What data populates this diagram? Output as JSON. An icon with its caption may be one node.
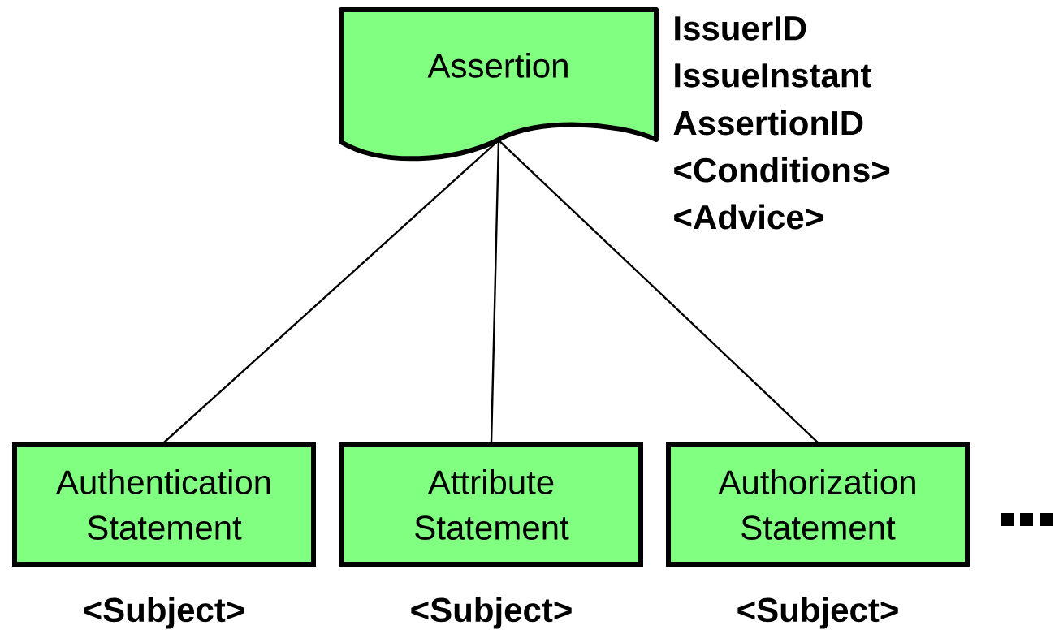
{
  "diagram": {
    "nodes": [
      {
        "text": [
          "Assertion"
        ],
        "beside": [
          "IssuerID",
          "IssueInstant",
          "AssertionID",
          "<Conditions>",
          "<Advice>"
        ]
      },
      {
        "text": [
          "Authentication Statement"
        ],
        "beside": [
          "<Subject>"
        ]
      },
      {
        "text": [
          "Attribute Statement"
        ],
        "beside": [
          "<Subject>"
        ]
      },
      {
        "text": [
          "Authorization Statement"
        ],
        "beside": [
          "<Subject>"
        ]
      }
    ],
    "edges": [
      {
        "from": 0,
        "to": 1,
        "arrow": "none"
      },
      {
        "from": 0,
        "to": 2,
        "arrow": "none"
      },
      {
        "from": 0,
        "to": 3,
        "arrow": "none"
      }
    ]
  }
}
